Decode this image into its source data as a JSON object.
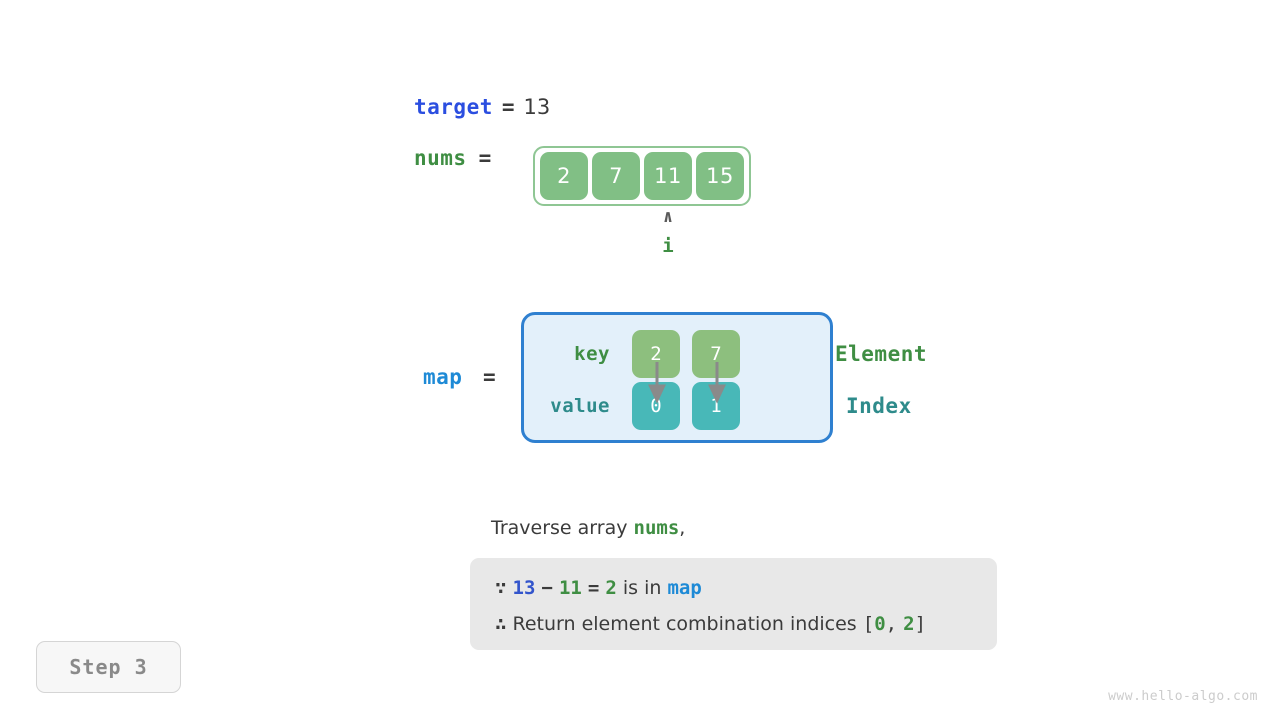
{
  "variables": {
    "target": {
      "name": "target",
      "eq": "=",
      "value": "13"
    },
    "nums": {
      "name": "nums",
      "eq": "="
    },
    "map": {
      "name": "map",
      "eq": "="
    }
  },
  "array": {
    "cells": [
      {
        "value": "2"
      },
      {
        "value": "7"
      },
      {
        "value": "11"
      },
      {
        "value": "15"
      }
    ],
    "pointer": {
      "caret": "∧",
      "label": "i",
      "index": 2
    }
  },
  "map": {
    "key_label": "key",
    "value_label": "value",
    "entries": [
      {
        "key": "2",
        "value": "0"
      },
      {
        "key": "7",
        "value": "1"
      }
    ],
    "legend_element": "Element",
    "legend_index": "Index"
  },
  "caption": {
    "prefix": "Traverse array ",
    "highlight": "nums",
    "suffix": ","
  },
  "reasoning": {
    "line1": {
      "because": "∵",
      "a": "13",
      "minus": "−",
      "b": "11",
      "equals": "=",
      "result": "2",
      "text": "is in",
      "map": "map"
    },
    "line2": {
      "therefore": "∴",
      "text": "Return element combination indices",
      "bracket_open": "[",
      "i1": "0",
      "comma": ",",
      "i2": "2",
      "bracket_close": "]"
    }
  },
  "step_badge": "Step 3",
  "watermark": "www.hello-algo.com",
  "colors": {
    "array_cell": "#81bf85",
    "array_border": "#8fc694",
    "map_key": "#8dbf7e",
    "map_value": "#48b8b8",
    "map_bg": "#e3f0fa",
    "map_border": "#2f80d0",
    "green_text": "#3f8e43",
    "teal_text": "#2e8b8b",
    "blue_target": "#2b4ee0",
    "blue_map": "#1e8ad6",
    "box_bg": "#e8e8e8"
  }
}
